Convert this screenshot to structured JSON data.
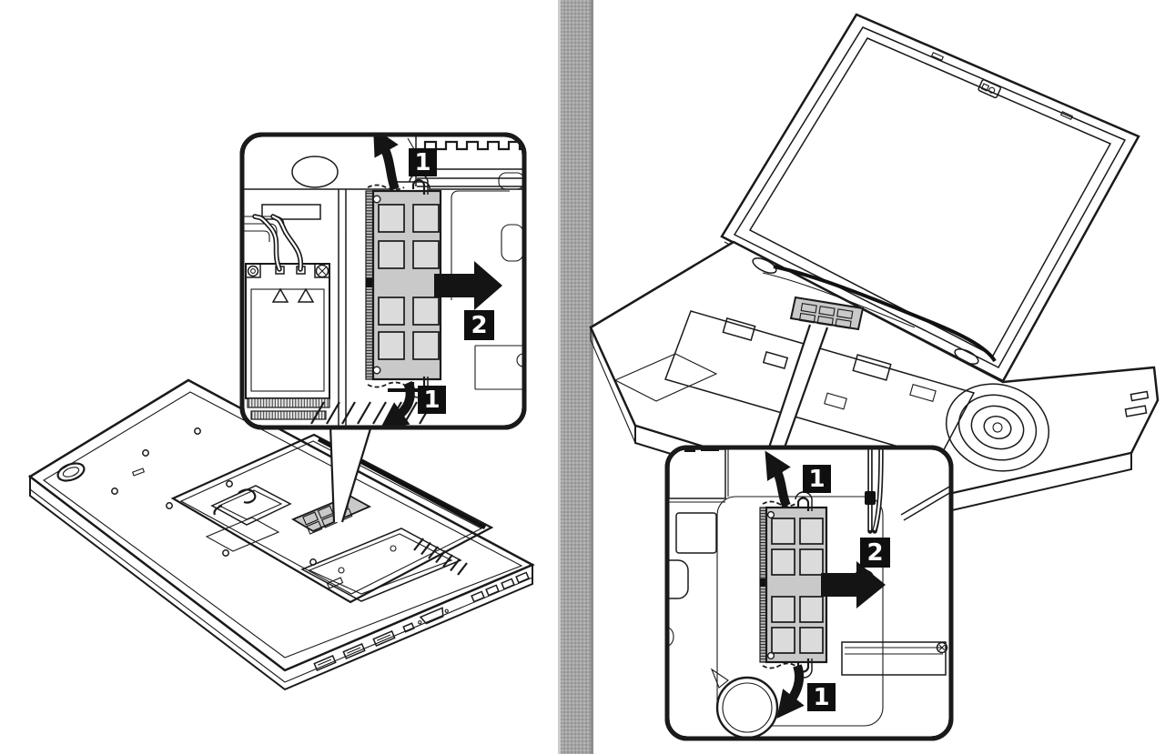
{
  "colors": {
    "background": "#ffffff",
    "line_art": "#1a1a1a",
    "module_fill": "#c9c9c9",
    "chip_fill": "#dbdbdb",
    "divider_bar": "#a5a5a5",
    "divider_edge_light": "#cccccc",
    "divider_edge_dark": "#8e8e8e",
    "step_badge_bg": "#0f0f0f",
    "step_badge_text": "#ffffff"
  },
  "icons": {
    "step1_top": "curved-arrow-up",
    "step2": "block-arrow-right",
    "step1_bottom": "curved-arrow-down",
    "pointer": "callout-leader-wedge"
  },
  "left_panel": {
    "callout_steps": [
      {
        "label": "1"
      },
      {
        "label": "2"
      },
      {
        "label": "1"
      }
    ]
  },
  "right_panel": {
    "callout_steps": [
      {
        "label": "1"
      },
      {
        "label": "2"
      },
      {
        "label": "1"
      }
    ]
  }
}
